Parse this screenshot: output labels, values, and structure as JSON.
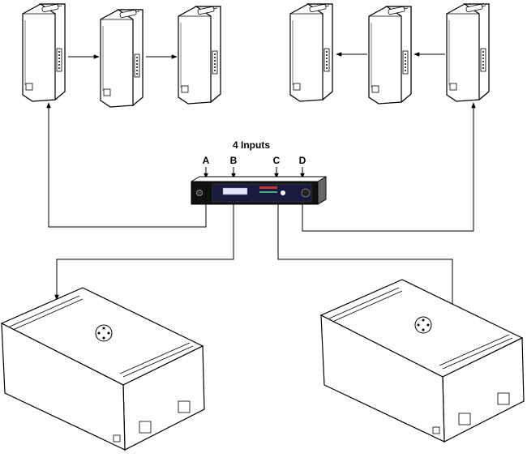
{
  "diagram": {
    "title": "4 Inputs",
    "inputs": [
      "A",
      "B",
      "C",
      "D"
    ]
  }
}
